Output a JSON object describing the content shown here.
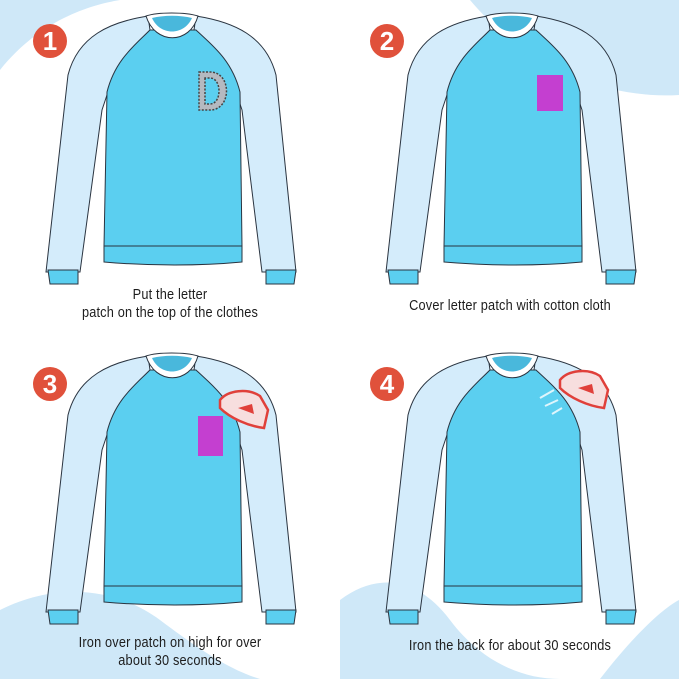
{
  "colors": {
    "background_swoosh": "#cfe8f8",
    "body": "#5bcff0",
    "sleeve": "#d4ecfb",
    "badge": "#e0513b",
    "patch": "#c43fd0",
    "iron": "#e0403a"
  },
  "steps": [
    {
      "number": "1",
      "caption_lines": [
        "Put the letter",
        "patch on the top of the clothes"
      ],
      "patch_letter": "D"
    },
    {
      "number": "2",
      "caption_lines": [
        "Cover letter patch with cotton cloth"
      ]
    },
    {
      "number": "3",
      "caption_lines": [
        "Iron over patch on high for over",
        "about 30 seconds"
      ]
    },
    {
      "number": "4",
      "caption_lines": [
        "Iron the back for about 30 seconds"
      ]
    }
  ],
  "icons": {
    "iron": "iron-icon",
    "patch": "cloth-patch-icon",
    "letter": "rhinestone-letter-icon"
  }
}
